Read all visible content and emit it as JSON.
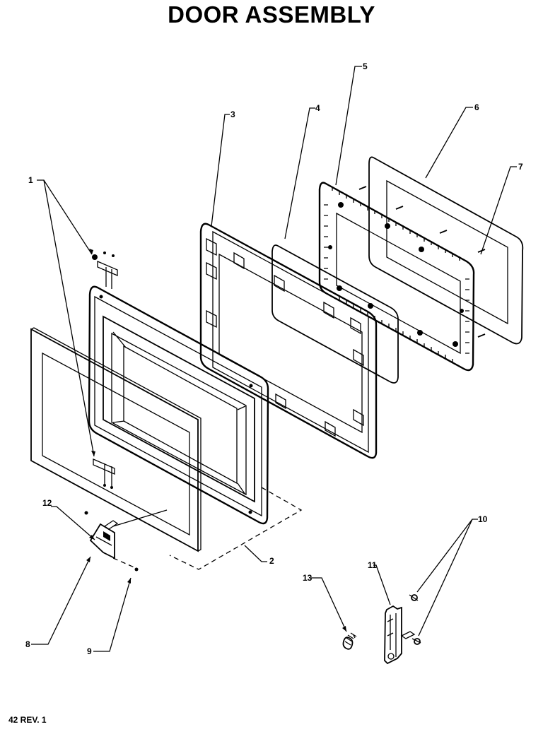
{
  "title": "DOOR ASSEMBLY",
  "footer": "42 REV. 1",
  "callouts": [
    {
      "id": "1",
      "text": "1"
    },
    {
      "id": "2",
      "text": "2"
    },
    {
      "id": "3",
      "text": "3"
    },
    {
      "id": "4",
      "text": "4"
    },
    {
      "id": "5",
      "text": "5"
    },
    {
      "id": "6",
      "text": "6"
    },
    {
      "id": "7",
      "text": "7"
    },
    {
      "id": "8",
      "text": "8"
    },
    {
      "id": "9",
      "text": "9"
    },
    {
      "id": "10",
      "text": "10"
    },
    {
      "id": "11",
      "text": "11"
    },
    {
      "id": "12",
      "text": "12"
    },
    {
      "id": "13",
      "text": "13"
    }
  ]
}
